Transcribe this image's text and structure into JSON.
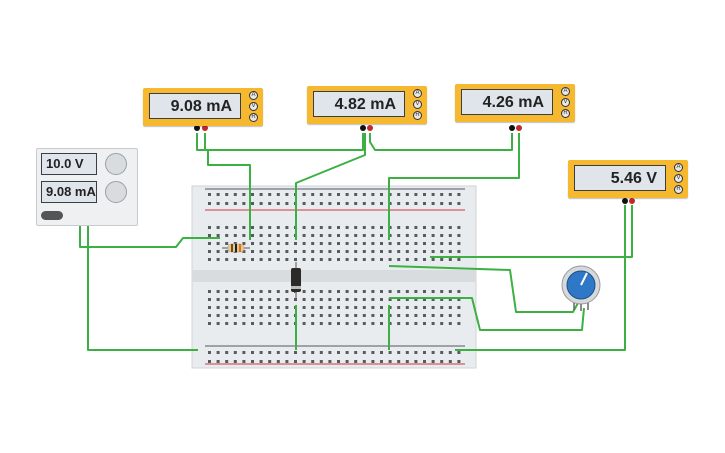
{
  "meters": [
    {
      "name": "ammeter-1",
      "reading": "9.08 mA"
    },
    {
      "name": "ammeter-2",
      "reading": "4.82 mA"
    },
    {
      "name": "ammeter-3",
      "reading": "4.26 mA"
    },
    {
      "name": "voltmeter",
      "reading": "5.46 V"
    }
  ],
  "meter_buttons": [
    "A",
    "V",
    "R"
  ],
  "supply": {
    "voltage": "10.0 V",
    "current": "9.08 mA"
  },
  "colors": {
    "wire": "#3cb043",
    "meter": "#f5b82e",
    "board": "#e9ecee",
    "pot": "#2f78c7",
    "rail_red": "#d0363a"
  }
}
